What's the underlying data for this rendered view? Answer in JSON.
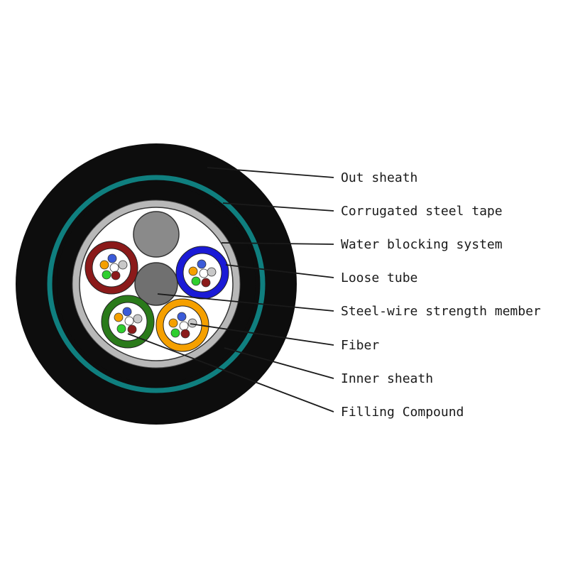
{
  "labels": {
    "out_sheath": "Out sheath",
    "corrugated_steel_tape": "Corrugated steel tape",
    "water_blocking_system": "Water blocking system",
    "loose_tube": "Loose tube",
    "steel_wire_strength_member": "Steel-wire strength member",
    "fiber": "Fiber",
    "inner_sheath": "Inner sheath",
    "filling_compound": "Filling Compound"
  },
  "colors": {
    "outer_sheath": "#0d0d0d",
    "steel_tape": "#0f7f7f",
    "water_blocking": "#b8b8b8",
    "inner_core": "#ffffff",
    "strength_member": "#707070",
    "filler": "#8a8a8a",
    "tube_red": "#8b1a1a",
    "tube_blue": "#1a1ad6",
    "tube_green": "#2a7a1a",
    "tube_orange": "#f5a000",
    "fiber_orange": "#f5a000",
    "fiber_blue": "#3b5bd8",
    "fiber_white": "#ffffff",
    "fiber_grey": "#c8c8c8",
    "fiber_green": "#2fcf2f",
    "fiber_brown": "#8b1a1a"
  }
}
